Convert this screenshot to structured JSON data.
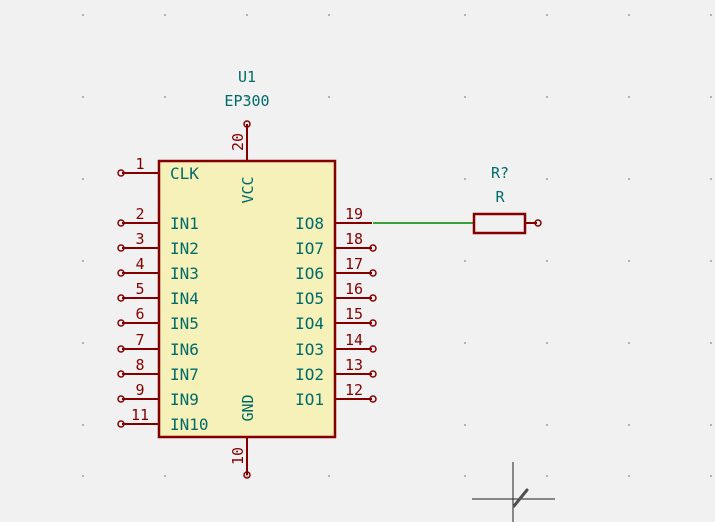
{
  "colors": {
    "background": "#f1f1f1",
    "body_outline": "#840000",
    "body_fill": "#f5f1b8",
    "pin_line": "#840000",
    "pin_text": "#006b6b",
    "pin_number": "#840000",
    "wire": "#008400",
    "grid_dot": "#a0a0a0",
    "cursor": "#202020"
  },
  "component_u1": {
    "reference": "U1",
    "value": "EP300",
    "power_pins": [
      {
        "number": "20",
        "name": "VCC"
      },
      {
        "number": "10",
        "name": "GND"
      }
    ],
    "left_pins": [
      {
        "number": "1",
        "name": "CLK"
      },
      {
        "number": "2",
        "name": "IN1"
      },
      {
        "number": "3",
        "name": "IN2"
      },
      {
        "number": "4",
        "name": "IN3"
      },
      {
        "number": "5",
        "name": "IN4"
      },
      {
        "number": "6",
        "name": "IN5"
      },
      {
        "number": "7",
        "name": "IN6"
      },
      {
        "number": "8",
        "name": "IN7"
      },
      {
        "number": "9",
        "name": "IN9"
      },
      {
        "number": "11",
        "name": "IN10"
      }
    ],
    "right_pins": [
      {
        "number": "19",
        "name": "IO8"
      },
      {
        "number": "18",
        "name": "IO7"
      },
      {
        "number": "17",
        "name": "IO6"
      },
      {
        "number": "16",
        "name": "IO5"
      },
      {
        "number": "15",
        "name": "IO4"
      },
      {
        "number": "14",
        "name": "IO3"
      },
      {
        "number": "13",
        "name": "IO2"
      },
      {
        "number": "12",
        "name": "IO1"
      }
    ]
  },
  "component_r": {
    "reference": "R?",
    "value": "R"
  }
}
